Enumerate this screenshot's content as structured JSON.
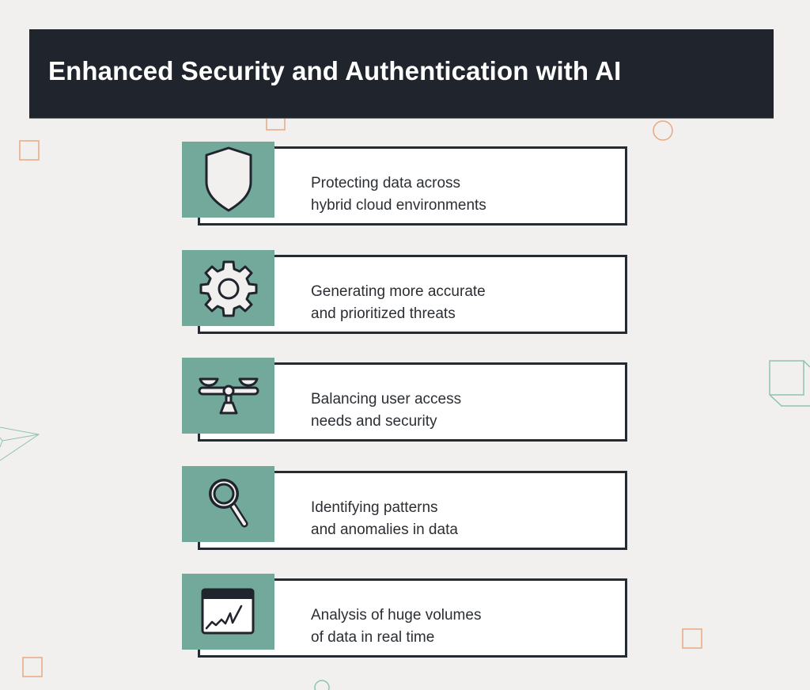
{
  "header": {
    "title": "Enhanced Security and Authentication with AI"
  },
  "items": [
    {
      "icon": "shield-icon",
      "line1": "Protecting data across",
      "line2": "hybrid cloud environments"
    },
    {
      "icon": "gear-icon",
      "line1": "Generating more accurate",
      "line2": "and prioritized threats"
    },
    {
      "icon": "balance-scale-icon",
      "line1": "Balancing user access",
      "line2": "needs and security"
    },
    {
      "icon": "magnifying-glass-icon",
      "line1": "Identifying patterns",
      "line2": "and anomalies in data"
    },
    {
      "icon": "chart-window-icon",
      "line1": "Analysis of huge volumes",
      "line2": "of data in real time"
    }
  ],
  "colors": {
    "background": "#f2f0ee",
    "title_bar": "#20242d",
    "icon_tile": "#73a99b",
    "card_border": "#262a31",
    "accent_orange": "#e8a882",
    "accent_teal": "#8fc2b3"
  }
}
